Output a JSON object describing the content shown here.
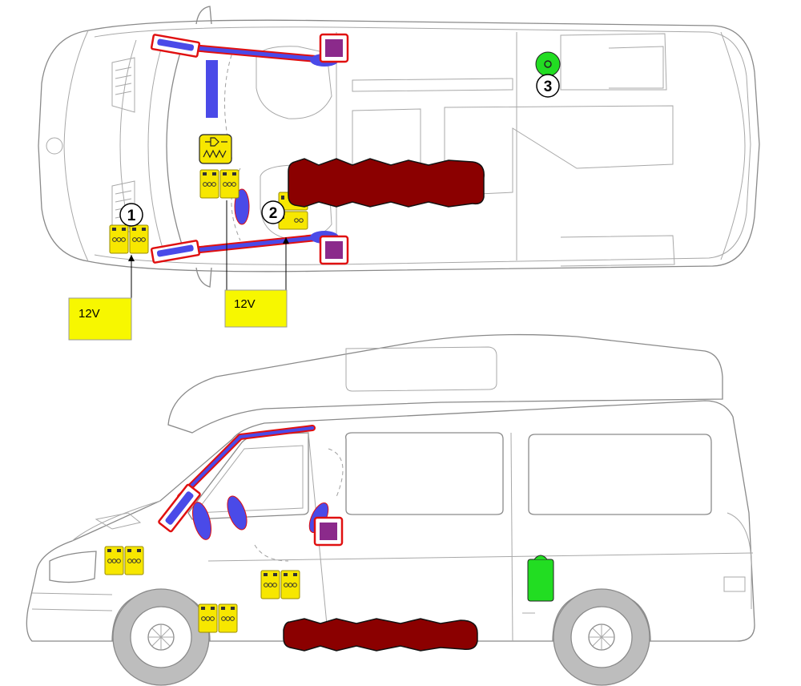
{
  "colors": {
    "battery": "#f7e700",
    "tank": "#8b0000",
    "gas": "#22dd22",
    "airbag": "#4a4ae8",
    "airbag_outline": "#e01010",
    "module": "#8b2a8b",
    "tire": "#bdbdbd",
    "outline": "#8a8a8a"
  },
  "labels": {
    "box1": "12V",
    "box2": "12V"
  },
  "markers": {
    "m1": "1",
    "m2": "2",
    "m3": "3"
  },
  "icons": {
    "battery": "battery-icon",
    "fuel_tank": "fuel-tank-icon",
    "gas_cylinder": "gas-cylinder-icon",
    "airbag": "airbag-icon",
    "seatbelt_tensioner": "seatbelt-pretensioner-icon",
    "control_module": "control-module-icon",
    "gas_spring": "gas-spring-icon"
  }
}
